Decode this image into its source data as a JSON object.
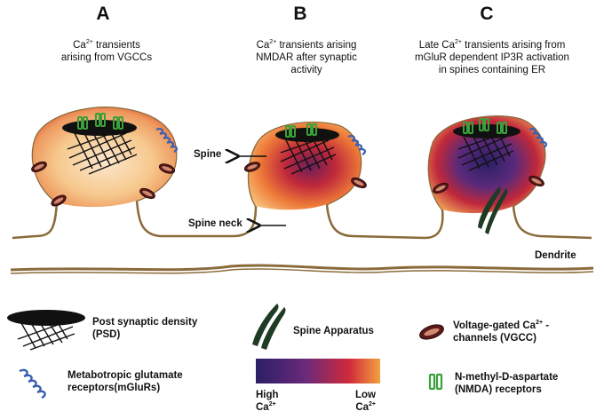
{
  "panels": [
    {
      "letter": "A",
      "caption_lines": [
        "Ca|2+| transients",
        "arising from VGCCs"
      ]
    },
    {
      "letter": "B",
      "caption_lines": [
        "Ca|2+| transients arising",
        "NMDAR after synaptic",
        "activity"
      ]
    },
    {
      "letter": "C",
      "caption_lines": [
        "Late Ca|2+| transients arising from",
        "mGluR dependent IP3R activation",
        "in spines containing ER"
      ]
    }
  ],
  "annotations": {
    "spine": "Spine",
    "spine_neck": "Spine neck",
    "dendrite": "Dendrite"
  },
  "legend": {
    "psd": {
      "lines": [
        "Post synaptic density",
        "(PSD)"
      ],
      "icon": "psd-icon"
    },
    "spine_apparatus": {
      "lines": [
        "Spine Apparatus"
      ],
      "icon": "spine-apparatus-icon"
    },
    "vgcc": {
      "lines": [
        "Voltage-gated Ca|2+| -",
        "channels (VGCC)"
      ],
      "icon": "vgcc-channel-icon"
    },
    "mglur": {
      "lines": [
        "Metabotropic glutamate",
        "receptors(mGluRs)"
      ],
      "icon": "mglur-coil-icon"
    },
    "nmda": {
      "lines": [
        "N-methyl-D-aspartate",
        "(NMDA) receptors"
      ],
      "icon": "nmda-receptor-icon"
    },
    "gradient": {
      "high": [
        "High",
        "Ca|2+|"
      ],
      "low": [
        "Low",
        "Ca|2+|"
      ]
    }
  },
  "colors": {
    "membrane": "#8a6a3a",
    "psd": "#111111",
    "nmda": "#3aa03a",
    "mglur": "#3a5fb0",
    "vgcc": "#5a1a1a",
    "apparatus": "#1e3b24",
    "ca_high": "#2a1f66",
    "ca_mid": "#c0283a",
    "ca_low": "#f4a040"
  }
}
